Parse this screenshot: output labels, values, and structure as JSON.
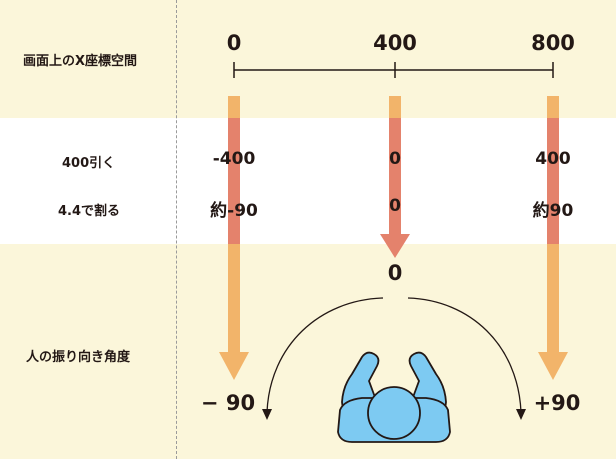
{
  "rows": {
    "screen_x": "画面上のX座標空間",
    "subtract": "400引く",
    "divide": "4.4で割る",
    "angle": "人の振り向き角度"
  },
  "scale": {
    "left": "0",
    "mid": "400",
    "right": "800"
  },
  "after_subtract": {
    "left": "-400",
    "mid": "0",
    "right": "400"
  },
  "after_divide": {
    "left": "約-90",
    "mid": "0",
    "right": "約90"
  },
  "angles": {
    "top": "0",
    "left": "− 90",
    "right": "+90"
  },
  "colors": {
    "band": "#fbf6da",
    "arrow_orange": "#f2b46a",
    "arrow_red": "#e4826c",
    "person": "#7dcaf2",
    "outline": "#231815"
  }
}
